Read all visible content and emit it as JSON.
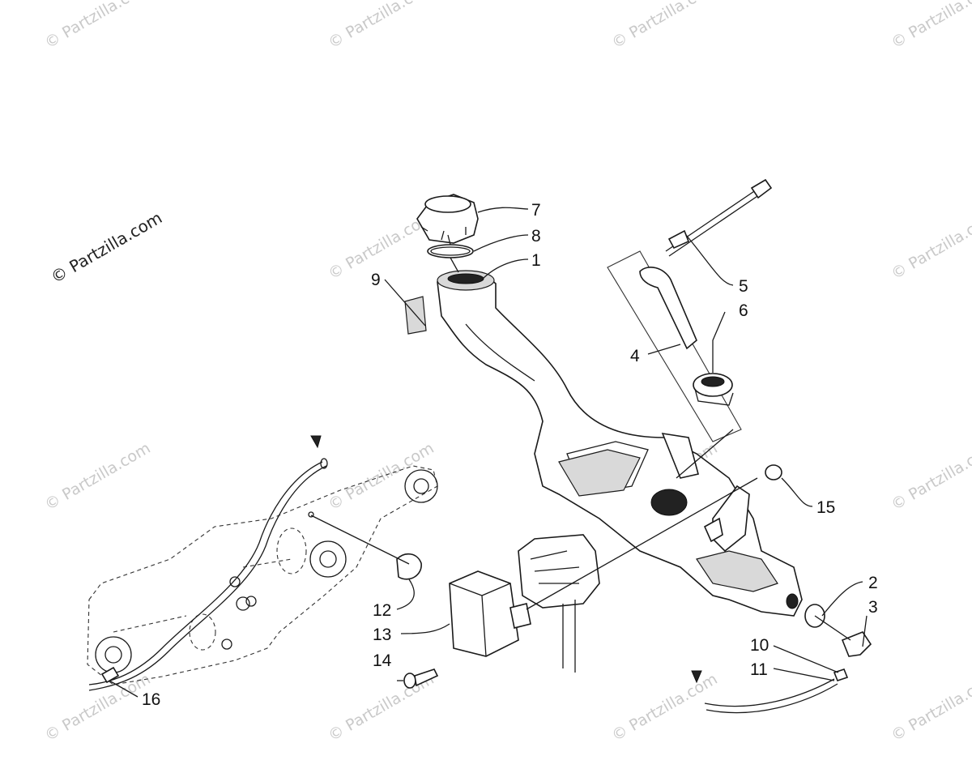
{
  "watermark": {
    "text": "© Partzilla.com",
    "main_text": "© Partzilla.com"
  },
  "callouts": [
    {
      "id": "1",
      "label": "1"
    },
    {
      "id": "2",
      "label": "2"
    },
    {
      "id": "3",
      "label": "3"
    },
    {
      "id": "4",
      "label": "4"
    },
    {
      "id": "5",
      "label": "5"
    },
    {
      "id": "6",
      "label": "6"
    },
    {
      "id": "7",
      "label": "7"
    },
    {
      "id": "8",
      "label": "8"
    },
    {
      "id": "9",
      "label": "9"
    },
    {
      "id": "10",
      "label": "10"
    },
    {
      "id": "11",
      "label": "11"
    },
    {
      "id": "12",
      "label": "12"
    },
    {
      "id": "13",
      "label": "13"
    },
    {
      "id": "14",
      "label": "14"
    },
    {
      "id": "15",
      "label": "15"
    },
    {
      "id": "16",
      "label": "16"
    }
  ],
  "parts": {
    "fuel_cap": "fuel-cap-icon",
    "tank": "fuel-tank-icon",
    "sender": "fuel-level-sender-icon"
  }
}
